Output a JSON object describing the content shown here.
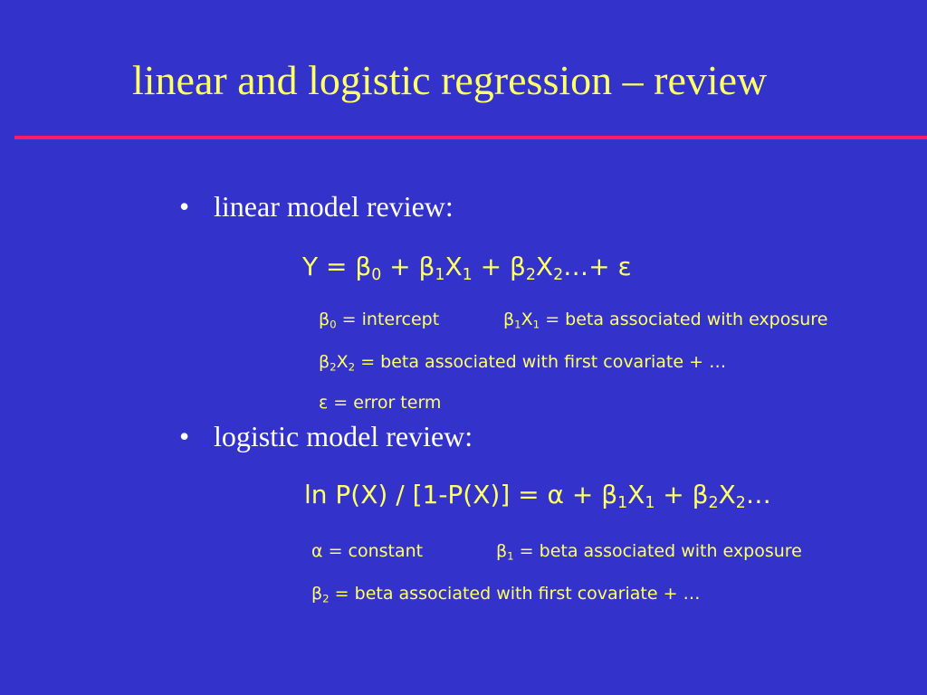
{
  "slide": {
    "title": "linear and logistic regression – review",
    "bullets": [
      {
        "marker": "•",
        "label": "linear model review:"
      },
      {
        "marker": "•",
        "label": "logistic model review:"
      }
    ],
    "linear": {
      "formula": {
        "y": "Y = β",
        "b0_sub": "0",
        "plus1": " + β",
        "b1_sub": "1",
        "x1": "X",
        "x1_sub": "1",
        "plus2": " + β",
        "b2_sub": "2",
        "x2": "X",
        "x2_sub": "2",
        "tail": "…+ ε"
      },
      "def1": {
        "b": "β",
        "b_sub": "0",
        "text": " = intercept"
      },
      "def2": {
        "b": "β",
        "b_sub": "1",
        "x": "X",
        "x_sub": "1",
        "text": " = beta associated with exposure"
      },
      "def3": {
        "b": "β",
        "b_sub": "2",
        "x": "X",
        "x_sub": "2",
        "text": " = beta associated with first covariate + …"
      },
      "def4": {
        "text": "ε = error term"
      }
    },
    "logistic": {
      "formula": {
        "lhs": "ln P(X) / [1-P(X)] = α + β",
        "b1_sub": "1",
        "x1": "X",
        "x1_sub": "1",
        "plus": " + β",
        "b2_sub": "2",
        "x2": "X",
        "x2_sub": "2",
        "tail": "…"
      },
      "def1": {
        "text": "α = constant"
      },
      "def2": {
        "b": "β",
        "b_sub": "1",
        "text": " = beta associated with exposure"
      },
      "def3": {
        "b": "β",
        "b_sub": "2",
        "text": " = beta associated with first covariate + …"
      }
    }
  }
}
